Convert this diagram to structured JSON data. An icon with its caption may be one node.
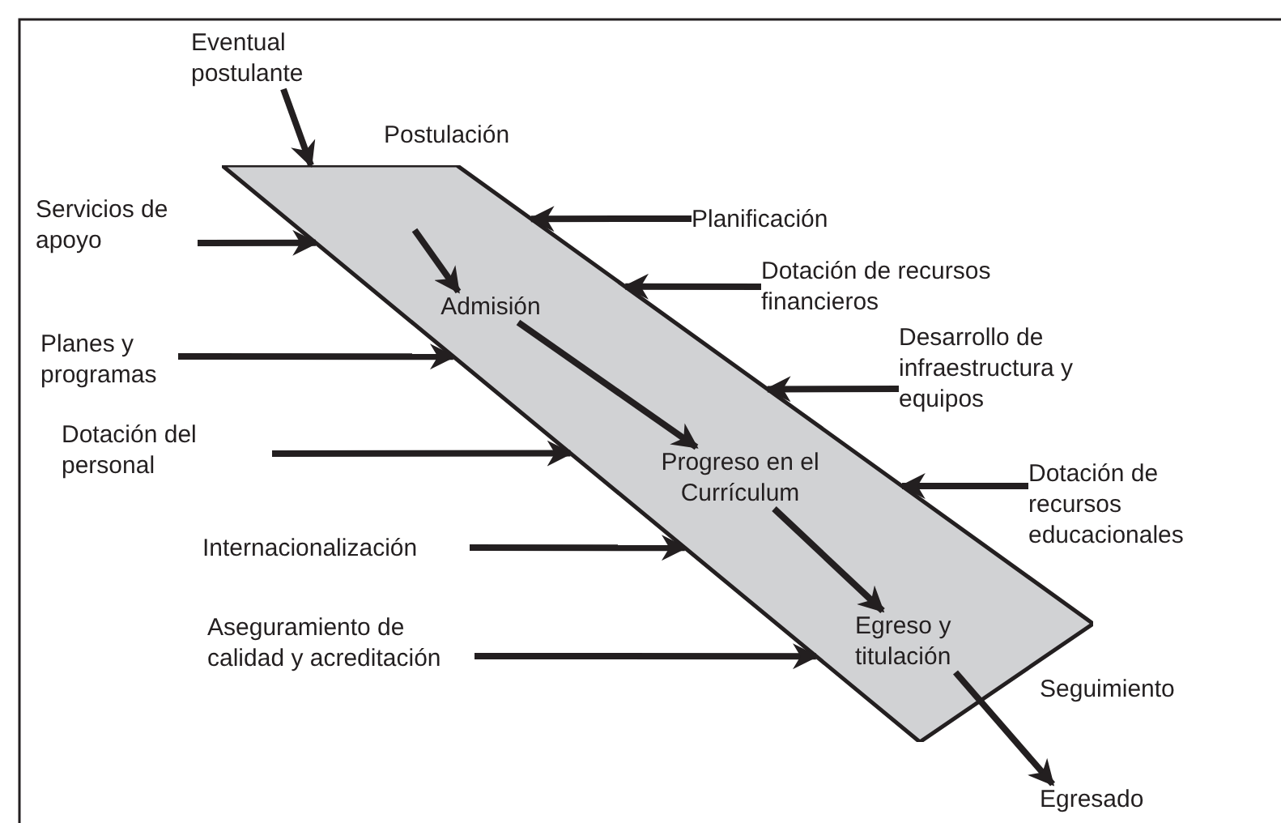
{
  "diagram": {
    "nodes": [
      {
        "text": [
          "Eventual postulante"
        ]
      },
      {
        "text": [],
        "shape": "band"
      },
      {
        "text": [
          "Admisión"
        ],
        "in": 1
      },
      {
        "text": [
          "Progreso en el Currículum"
        ],
        "in": 1
      },
      {
        "text": [
          "Egreso y titulación"
        ],
        "in": 1
      },
      {
        "text": [
          "Servicios de apoyo"
        ]
      },
      {
        "text": [
          "Planes y programas"
        ]
      },
      {
        "text": [
          "Dotación del personal"
        ]
      },
      {
        "text": [
          "Internacionalización"
        ]
      },
      {
        "text": [
          "Aseguramiento de calidad y acreditación"
        ]
      },
      {
        "text": [
          "Planificación"
        ]
      },
      {
        "text": [
          "Dotación de recursos financieros"
        ]
      },
      {
        "text": [
          "Desarrollo de infraestructura y equipos"
        ]
      },
      {
        "text": [
          "Dotación de recursos educacionales"
        ]
      },
      {
        "text": [
          "Egresado"
        ]
      }
    ],
    "edges": [
      {
        "from": 0,
        "to": 1,
        "arrow": "to"
      },
      {
        "from": null,
        "to": 2,
        "arrow": "to"
      },
      {
        "from": 2,
        "to": 3,
        "arrow": "to"
      },
      {
        "from": 3,
        "to": 4,
        "arrow": "to"
      },
      {
        "from": 4,
        "to": 14,
        "arrow": "to"
      },
      {
        "from": 5,
        "to": 1,
        "arrow": "to"
      },
      {
        "from": 6,
        "to": 1,
        "arrow": "to"
      },
      {
        "from": 7,
        "to": 1,
        "arrow": "to"
      },
      {
        "from": 8,
        "to": 1,
        "arrow": "to"
      },
      {
        "from": 9,
        "to": 1,
        "arrow": "to"
      },
      {
        "from": 10,
        "to": 1,
        "arrow": "to"
      },
      {
        "from": 11,
        "to": 1,
        "arrow": "to"
      },
      {
        "from": 12,
        "to": 1,
        "arrow": "to"
      },
      {
        "from": 13,
        "to": 1,
        "arrow": "to"
      }
    ],
    "labels": [
      "Postulación",
      "Seguimiento"
    ]
  }
}
